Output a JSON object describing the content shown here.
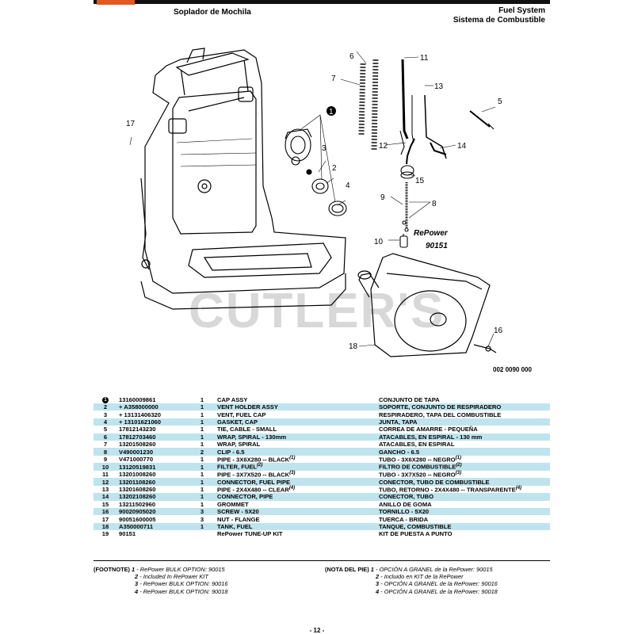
{
  "header": {
    "left_title": "Soplador de Mochila",
    "right_title_1": "Fuel System",
    "right_title_2": "Sistema de Combustible"
  },
  "diagram": {
    "watermark": "CUTLER'S",
    "callouts": [
      "1",
      "2",
      "3",
      "4",
      "5",
      "6",
      "7",
      "8",
      "9",
      "10",
      "11",
      "12",
      "13",
      "14",
      "15",
      "16",
      "17",
      "18"
    ],
    "repower_label": "RePower",
    "repower_number": "90151",
    "drawing_number": "002 0090 000"
  },
  "parts": [
    {
      "ref": "1",
      "pn": "13160009861",
      "qty": "1",
      "en": "CAP ASSY",
      "es": "CONJUNTO DE TAPA"
    },
    {
      "ref": "2",
      "pn": "+ A358000000",
      "qty": "1",
      "en": "VENT HOLDER ASSY",
      "es": "SOPORTE, CONJUNTO DE RESPIRADERO"
    },
    {
      "ref": "3",
      "pn": "+ 13131406320",
      "qty": "1",
      "en": "VENT, FUEL CAP",
      "es": "RESPIRADERO, TAPA DEL COMBUSTIBLE"
    },
    {
      "ref": "4",
      "pn": "+ 13101621060",
      "qty": "1",
      "en": "GASKET, CAP",
      "es": "JUNTA, TAPA"
    },
    {
      "ref": "5",
      "pn": "17812143230",
      "qty": "1",
      "en": "TIE, CABLE - SMALL",
      "es": "CORREA DE AMARRE - PEQUEÑA"
    },
    {
      "ref": "6",
      "pn": "17812703460",
      "qty": "1",
      "en": "WRAP, SPIRAL - 130mm",
      "es": "ATACABLES, EN ESPIRAL - 130 mm"
    },
    {
      "ref": "7",
      "pn": "13201508260",
      "qty": "1",
      "en": "WRAP, SPIRAL",
      "es": "ATACABLES, EN ESPIRAL"
    },
    {
      "ref": "8",
      "pn": "V490001230",
      "qty": "2",
      "en": "CLIP - 6.5",
      "es": "GANCHO - 6.5"
    },
    {
      "ref": "9",
      "pn": "V471000770",
      "qty": "1",
      "en": "PIPE - 3X6X280 -- BLACK",
      "fn_en": "(1)",
      "es": "TUBO - 3X6X280 -- NEGRO",
      "fn_es": "(1)"
    },
    {
      "ref": "10",
      "pn": "13120519831",
      "qty": "1",
      "en": "FILTER, FUEL",
      "fn_en": "(2)",
      "es": "FILTRO DE COMBUSTIBLE",
      "fn_es": "(2)"
    },
    {
      "ref": "11",
      "pn": "13201008260",
      "qty": "1",
      "en": "PIPE - 3X7X520 -- BLACK",
      "fn_en": "(3)",
      "es": "TUBO - 3X7X520 -- NEGRO",
      "fn_es": "(3)"
    },
    {
      "ref": "12",
      "pn": "13201108260",
      "qty": "1",
      "en": "CONNECTOR, FUEL PIPE",
      "es": "CONECTOR, TUBO DE COMBUSTIBLE"
    },
    {
      "ref": "13",
      "pn": "13201608260",
      "qty": "1",
      "en": "PIPE - 2X4X480 -- CLEAR",
      "fn_en": "(4)",
      "es": "TUBO, RETORNO - 2X4X480 -- TRANSPARENTE",
      "fn_es": "(4)"
    },
    {
      "ref": "14",
      "pn": "13202108260",
      "qty": "1",
      "en": "CONNECTOR, PIPE",
      "es": "CONECTOR, TUBO"
    },
    {
      "ref": "15",
      "pn": "13211502960",
      "qty": "1",
      "en": "GROMMET",
      "es": "ANILLO DE GOMA"
    },
    {
      "ref": "16",
      "pn": "90020905020",
      "qty": "3",
      "en": "SCREW - 5X20",
      "es": "TORNILLO - 5X20"
    },
    {
      "ref": "17",
      "pn": "90051600005",
      "qty": "3",
      "en": "NUT - FLANGE",
      "es": "TUERCA - BRIDA"
    },
    {
      "ref": "18",
      "pn": "A350000711",
      "qty": "1",
      "en": "TANK, FUEL",
      "es": "TANQUE, COMBUSTIBLE"
    },
    {
      "ref": "19",
      "pn": "90151",
      "qty": "",
      "en": "RePower TUNE-UP KIT",
      "es": "KIT DE PUESTA A PUNTO"
    }
  ],
  "footnotes_en": {
    "label": "(FOOTNOTE)",
    "lines": [
      {
        "num": "1",
        "text": "- RePower BULK OPTION: 90015"
      },
      {
        "num": "2",
        "text": "- Included In RePower KIT"
      },
      {
        "num": "3",
        "text": "- RePower BULK OPTION: 90016"
      },
      {
        "num": "4",
        "text": "- RePower BULK OPTION: 90018"
      }
    ]
  },
  "footnotes_es": {
    "label": "(NOTA DEL PIE)",
    "lines": [
      {
        "num": "1",
        "text": "- OPCIÓN A GRANEL de la RePower: 90015"
      },
      {
        "num": "2",
        "text": "- Incluido en KIT de la RePower"
      },
      {
        "num": "3",
        "text": "- OPCIÓN A GRANEL de la RePower: 90016"
      },
      {
        "num": "4",
        "text": "- OPCIÓN A GRANEL de la RePower: 90018"
      }
    ]
  },
  "page_number": "- 12 -"
}
